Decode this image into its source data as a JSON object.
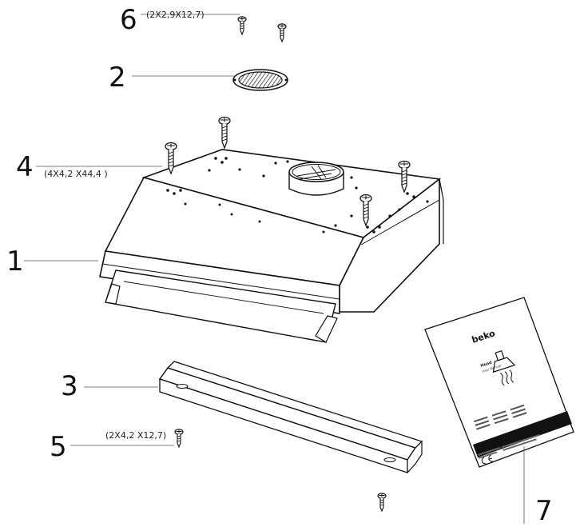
{
  "parts": [
    {
      "number": "1",
      "spec": ""
    },
    {
      "number": "2",
      "spec": ""
    },
    {
      "number": "3",
      "spec": ""
    },
    {
      "number": "4",
      "spec": "(4X4,2 X44,4 )"
    },
    {
      "number": "5",
      "spec": "(2X4,2 X12,7)"
    },
    {
      "number": "6",
      "spec": "(2X2,9X12,7)"
    },
    {
      "number": "7",
      "spec": ""
    }
  ],
  "manual": {
    "brand": "beko",
    "title": "Hood",
    "subtitle": "User Manual"
  },
  "colors": {
    "line": "#111111",
    "leader": "#555555",
    "paper": "#ffffff"
  }
}
